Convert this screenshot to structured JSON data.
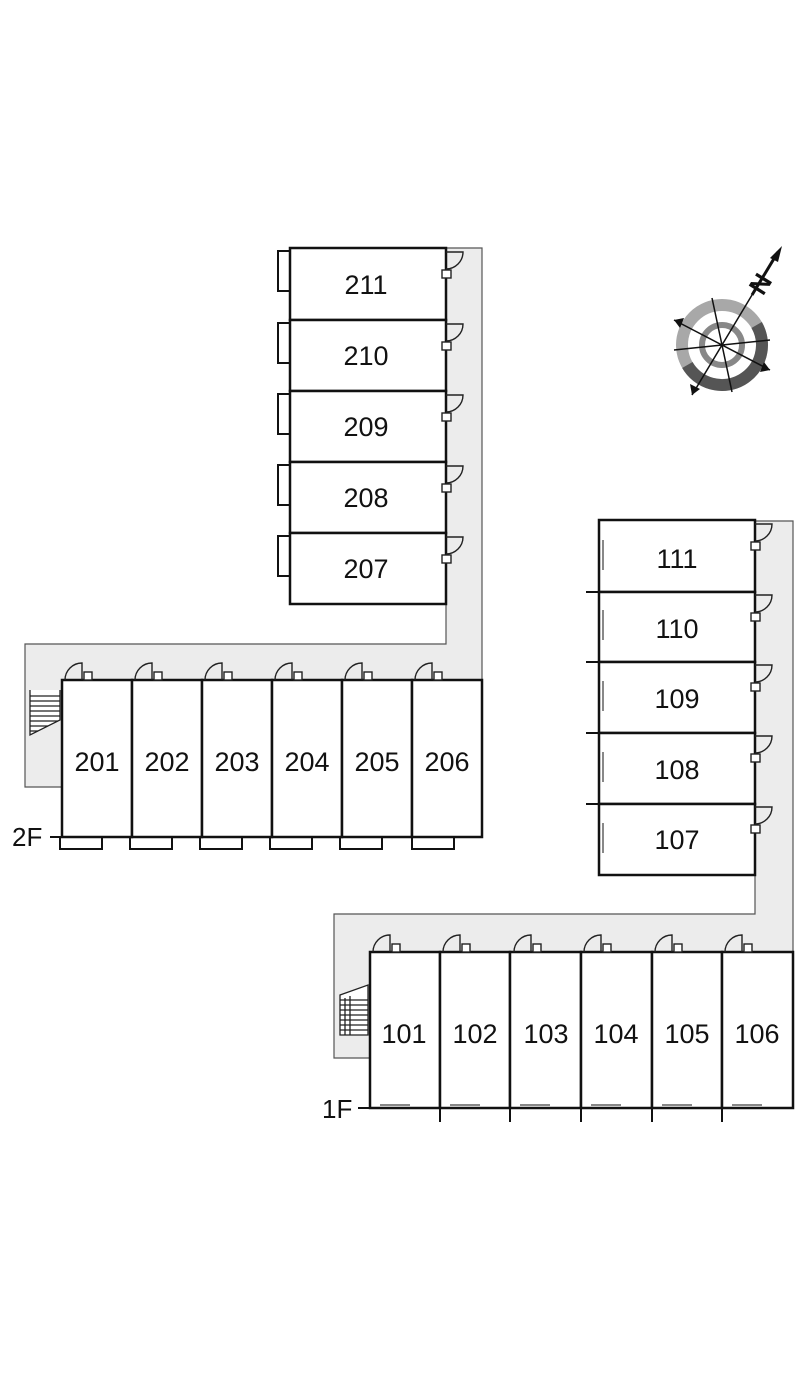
{
  "floor_2": {
    "label": "2F",
    "units_row": [
      "201",
      "202",
      "203",
      "204",
      "205",
      "206"
    ],
    "units_column": [
      "211",
      "210",
      "209",
      "208",
      "207"
    ]
  },
  "floor_1": {
    "label": "1F",
    "units_row": [
      "101",
      "102",
      "103",
      "104",
      "105",
      "106"
    ],
    "units_column": [
      "111",
      "110",
      "109",
      "108",
      "107"
    ]
  },
  "compass": {
    "label": "N"
  },
  "colors": {
    "walkway": "#ececec",
    "line": "#111111",
    "compass_gray": "#a8a8a8",
    "compass_dark": "#555555"
  }
}
